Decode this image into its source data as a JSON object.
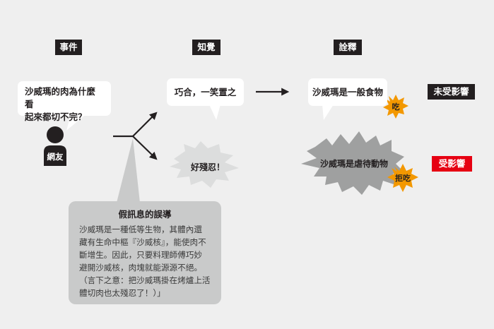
{
  "headers": {
    "event": "事件",
    "perception": "知覺",
    "interpretation": "詮釋"
  },
  "event": {
    "question_lines": [
      "沙威瑪的肉為什麼看",
      "起來都切不完？"
    ],
    "user_label": "網友"
  },
  "perception": {
    "neutral": "巧合，一笑置之",
    "upset": "好殘忍！"
  },
  "interpretation": {
    "neutral": "沙威瑪是一般食物",
    "neutral_action": "吃",
    "upset": "沙威瑪是虐待動物",
    "upset_action": "拒吃"
  },
  "results": {
    "unaffected": "未受影響",
    "affected": "受影響"
  },
  "misinformation": {
    "title": "假訊息的誤導",
    "body_lines": [
      "沙威瑪是一種低等生物，其體內還",
      "藏有生命中樞『沙威核』，能使肉不",
      "斷增生。因此，只要料理師傅巧妙",
      "避開沙威核，肉塊就能源源不絕。",
      "（言下之意：把沙威瑪掛在烤爐上活",
      "體切肉也太殘忍了！）」"
    ]
  },
  "colors": {
    "background": "#efefef",
    "dark": "#231f20",
    "accent_red": "#e60012",
    "burst_orange": "#f39800",
    "burst_gray": "#9fa0a0",
    "burst_light": "#dcdddd",
    "panel_gray": "#c9caca"
  }
}
